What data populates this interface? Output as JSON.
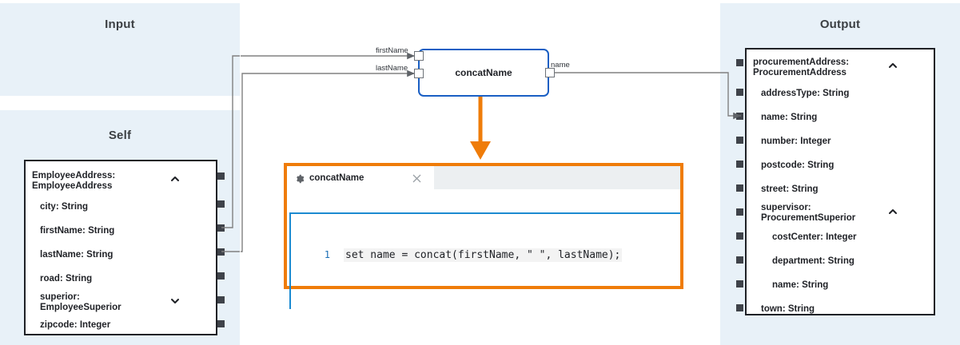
{
  "panels": {
    "input": {
      "title": "Input"
    },
    "self": {
      "title": "Self"
    },
    "output": {
      "title": "Output"
    }
  },
  "colors": {
    "panel_background": "#e8f1f8",
    "node_border": "#1a5fc4",
    "editor_highlight": "#ef7c09",
    "editor_accent": "#1b8ad1",
    "arrow": "#ef7c09",
    "wire": "#808080",
    "port": "#3f434a",
    "line_number": "#1b6fb5"
  },
  "self_schema": {
    "root": {
      "label": "EmployeeAddress:\nEmployeeAddress",
      "chevron": "chevron-up-icon",
      "expanded": true
    },
    "fields": [
      {
        "label": "city: String",
        "indent": 1
      },
      {
        "label": "firstName: String",
        "indent": 1
      },
      {
        "label": "lastName: String",
        "indent": 1
      },
      {
        "label": "road: String",
        "indent": 1
      },
      {
        "label": "superior:\nEmployeeSuperior",
        "indent": 1,
        "chevron": "chevron-down-icon",
        "expanded": false
      },
      {
        "label": "zipcode: Integer",
        "indent": 1
      }
    ]
  },
  "output_schema": {
    "root": {
      "label": "procurementAddress:\nProcurementAddress",
      "chevron": "chevron-up-icon",
      "expanded": true
    },
    "fields": [
      {
        "label": "addressType: String",
        "indent": 1
      },
      {
        "label": "name: String",
        "indent": 1
      },
      {
        "label": "number: Integer",
        "indent": 1
      },
      {
        "label": "postcode: String",
        "indent": 1
      },
      {
        "label": "street: String",
        "indent": 1
      },
      {
        "label": "supervisor:\nProcurementSuperior",
        "indent": 1,
        "chevron": "chevron-up-icon",
        "expanded": true
      },
      {
        "label": "costCenter: Integer",
        "indent": 2
      },
      {
        "label": "department: String",
        "indent": 2
      },
      {
        "label": "name: String",
        "indent": 2
      },
      {
        "label": "town: String",
        "indent": 1
      }
    ]
  },
  "function_node": {
    "title": "concatName",
    "inputs": [
      {
        "label": "firstName"
      },
      {
        "label": "lastName"
      }
    ],
    "outputs": [
      {
        "label": "name"
      }
    ]
  },
  "editor": {
    "tab": {
      "icon": "gear-icon",
      "title": "concatName",
      "close": "close-icon"
    },
    "lines": [
      {
        "number": "1",
        "text": "set name = concat(firstName, \" \", lastName);"
      }
    ]
  }
}
